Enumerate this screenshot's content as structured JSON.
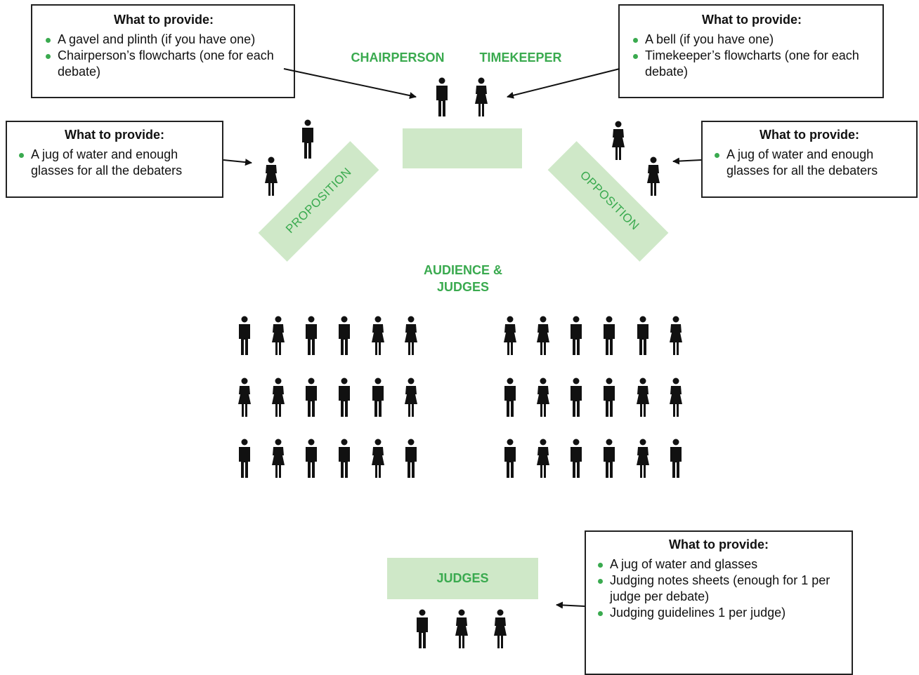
{
  "colors": {
    "accent": "#3aaa4f",
    "table_fill": "#cfe8c8",
    "figure": "#111111"
  },
  "labels": {
    "chairperson": "CHAIRPERSON",
    "timekeeper": "TIMEKEEPER",
    "proposition": "PROPOSITION",
    "opposition": "OPPOSITION",
    "audience": "AUDIENCE & JUDGES",
    "judges": "JUDGES"
  },
  "boxes": {
    "chair": {
      "heading": "What to provide:",
      "items": [
        "A gavel and plinth (if you have one)",
        "Chairperson’s flowcharts (one for each debate)"
      ]
    },
    "timekeeper": {
      "heading": "What to provide:",
      "items": [
        "A bell (if you have one)",
        "Timekeeper’s flowcharts (one for each debate)"
      ]
    },
    "proposition": {
      "heading": "What to provide:",
      "items": [
        "A jug of water and enough glasses for all the debaters"
      ]
    },
    "opposition": {
      "heading": "What to provide:",
      "items": [
        "A jug of water and enough glasses for all the debaters"
      ]
    },
    "judges": {
      "heading": "What to provide:",
      "items": [
        "A jug of water and glasses",
        "Judging notes sheets (enough for 1 per judge per debate)",
        "Judging guidelines 1 per judge)"
      ]
    }
  },
  "people": {
    "chairperson": "male",
    "timekeeper": "female",
    "proposition": [
      "male",
      "female"
    ],
    "opposition": [
      "female",
      "female"
    ],
    "audience_left": [
      [
        "male",
        "female",
        "male",
        "male",
        "female",
        "female"
      ],
      [
        "female",
        "female",
        "male",
        "male",
        "male",
        "female"
      ],
      [
        "male",
        "female",
        "male",
        "male",
        "female",
        "male"
      ]
    ],
    "audience_right": [
      [
        "female",
        "female",
        "male",
        "male",
        "male",
        "female"
      ],
      [
        "male",
        "female",
        "male",
        "male",
        "female",
        "female"
      ],
      [
        "male",
        "female",
        "male",
        "male",
        "female",
        "male"
      ]
    ],
    "judges": [
      "male",
      "female",
      "female"
    ]
  }
}
